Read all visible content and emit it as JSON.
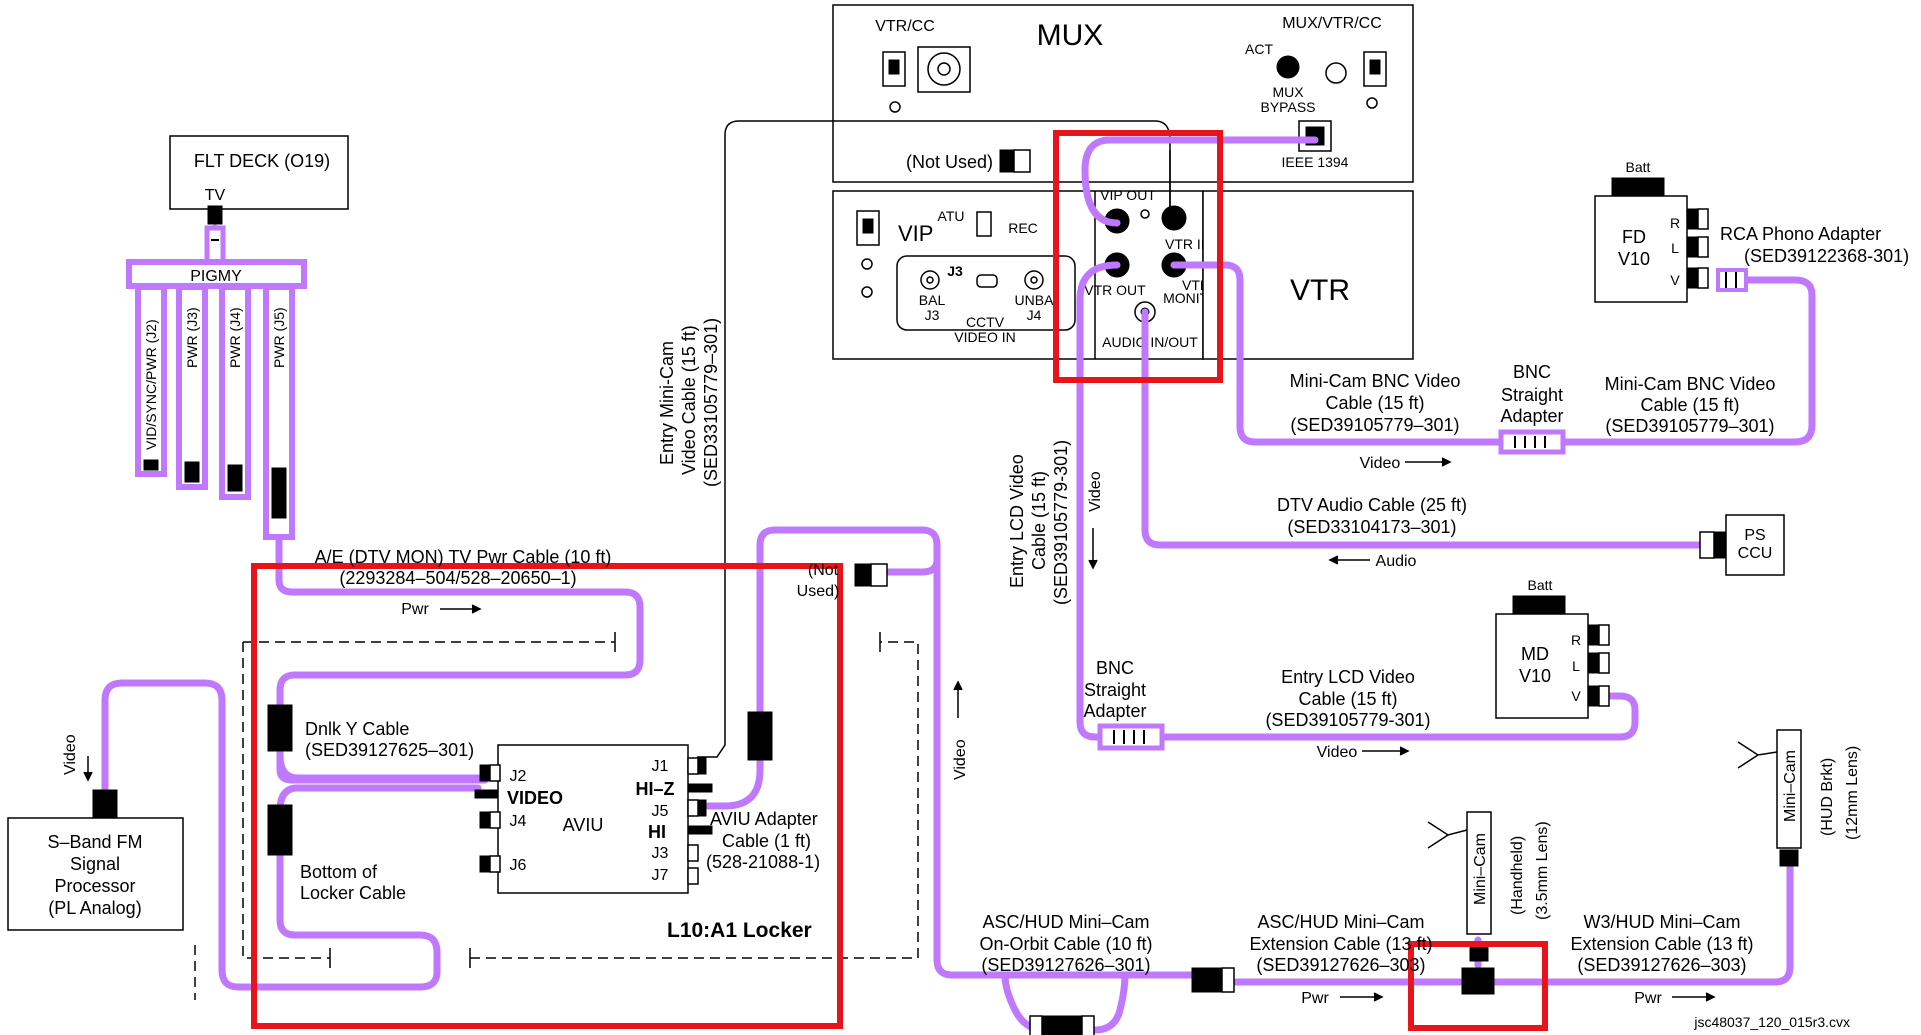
{
  "colors": {
    "cable": "#c078ff",
    "highlight": "#e8141c",
    "ink": "#000000"
  },
  "mux_panel": {
    "title": "MUX",
    "vtr_cc": "VTR/CC",
    "mux_vtr_cc": "MUX/VTR/CC",
    "act": "ACT",
    "mux_bypass_1": "MUX",
    "mux_bypass_2": "BYPASS",
    "ieee": "IEEE 1394",
    "not_used": "(Not Used)"
  },
  "vip_panel": {
    "title": "VIP",
    "atu": "ATU",
    "rec": "REC",
    "j3": "J3",
    "bal": "BAL",
    "bal_j3": "J3",
    "unba": "UNBA",
    "unba_j4": "J4",
    "cctv": "CCTV",
    "video_in": "VIDEO IN",
    "vip_out": "VIP OUT",
    "vtr_in": "VTR IN",
    "vtr_out": "VTR OUT",
    "vtr_monitor_1": "VTR",
    "vtr_monitor_2": "MONITOR",
    "audio_in_out": "AUDIO IN/OUT"
  },
  "vtr_panel": {
    "title": "VTR"
  },
  "flt_deck": {
    "title": "FLT DECK (O19)",
    "tv": "TV"
  },
  "pigmy": {
    "title": "PIGMY",
    "legs": [
      "VID/SYNC/PWR (J2)",
      "PWR (J3)",
      "PWR (J4)",
      "PWR (J5)"
    ]
  },
  "fd_v10": {
    "batt": "Batt",
    "line1": "FD",
    "line2": "V10",
    "r": "R",
    "l": "L",
    "v": "V"
  },
  "md_v10": {
    "batt": "Batt",
    "line1": "MD",
    "line2": "V10",
    "r": "R",
    "l": "L",
    "v": "V"
  },
  "rca": {
    "line1": "RCA Phono Adapter",
    "line2": "(SED39122368-301)"
  },
  "bnc_adapter_1": {
    "line1": "BNC",
    "line2": "Straight",
    "line3": "Adapter"
  },
  "bnc_adapter_2": {
    "line1": "BNC",
    "line2": "Straight",
    "line3": "Adapter"
  },
  "minicam_bnc_left": {
    "line1": "Mini-Cam BNC Video",
    "line2": "Cable (15 ft)",
    "line3": "(SED39105779–301)"
  },
  "minicam_bnc_right": {
    "line1": "Mini-Cam BNC Video",
    "line2": "Cable (15 ft)",
    "line3": "(SED39105779–301)"
  },
  "video_arrow_1": "Video",
  "dtv_audio": {
    "line1": "DTV Audio Cable (25 ft)",
    "line2": "(SED33104173–301)",
    "audio": "Audio"
  },
  "ps_ccu": {
    "line1": "PS",
    "line2": "CCU"
  },
  "entry_lcd_vertical": {
    "line1": "Entry LCD Video",
    "line2": "Cable (15 ft)",
    "line3": "(SED39105779-301)",
    "video": "Video"
  },
  "entry_minicam_vertical": {
    "line1": "Entry Mini-Cam",
    "line2": "Video Cable (15 ft)",
    "line3": "(SED33105779–301)"
  },
  "entry_lcd_horizontal": {
    "line1": "Entry LCD Video",
    "line2": "Cable (15 ft)",
    "line3": "(SED39105779-301)",
    "video": "Video"
  },
  "ae_cable": {
    "line1": "A/E (DTV MON) TV Pwr Cable (10 ft)",
    "line2": "(2293284–504/528–20650–1)",
    "pwr": "Pwr"
  },
  "not_used_2": {
    "line1": "(Not",
    "line2": "Used)"
  },
  "dnlk": {
    "line1": "Dnlk Y Cable",
    "line2": "(SED39127625–301)"
  },
  "bottom_locker": {
    "line1": "Bottom of",
    "line2": "Locker Cable"
  },
  "aviu": {
    "title": "AVIU",
    "j2": "J2",
    "video": "VIDEO",
    "j4": "J4",
    "j6": "J6",
    "j1": "J1",
    "hiz": "HI–Z",
    "j5": "J5",
    "hi": "HI",
    "j3": "J3",
    "j7": "J7"
  },
  "aviu_adapter": {
    "line1": "AVIU Adapter",
    "line2": "Cable (1 ft)",
    "line3": "(528-21088-1)"
  },
  "locker": "L10:A1 Locker",
  "sband": {
    "line1": "S–Band FM",
    "line2": "Signal",
    "line3": "Processor",
    "line4": "(PL Analog)",
    "video": "Video"
  },
  "video_vertical_mid": "Video",
  "asc_onorbit": {
    "line1": "ASC/HUD Mini–Cam",
    "line2": "On-Orbit Cable (10 ft)",
    "line3": "(SED39127626–301)"
  },
  "asc_ext": {
    "line1": "ASC/HUD Mini–Cam",
    "line2": "Extension Cable (13 ft)",
    "line3": "(SED39127626–303)",
    "pwr": "Pwr"
  },
  "w3_ext": {
    "line1": "W3/HUD Mini–Cam",
    "line2": "Extension Cable (13 ft)",
    "line3": "(SED39127626–303)",
    "pwr": "Pwr"
  },
  "minicam_handheld": {
    "name": "Mini–Cam",
    "line1": "(Handheld)",
    "line2": "(3.5mm Lens)"
  },
  "minicam_hud": {
    "name": "Mini–Cam",
    "line1": "(HUD Brkt)",
    "line2": "(12mm Lens)"
  },
  "doc_id": "jsc48037_120_015r3.cvx"
}
